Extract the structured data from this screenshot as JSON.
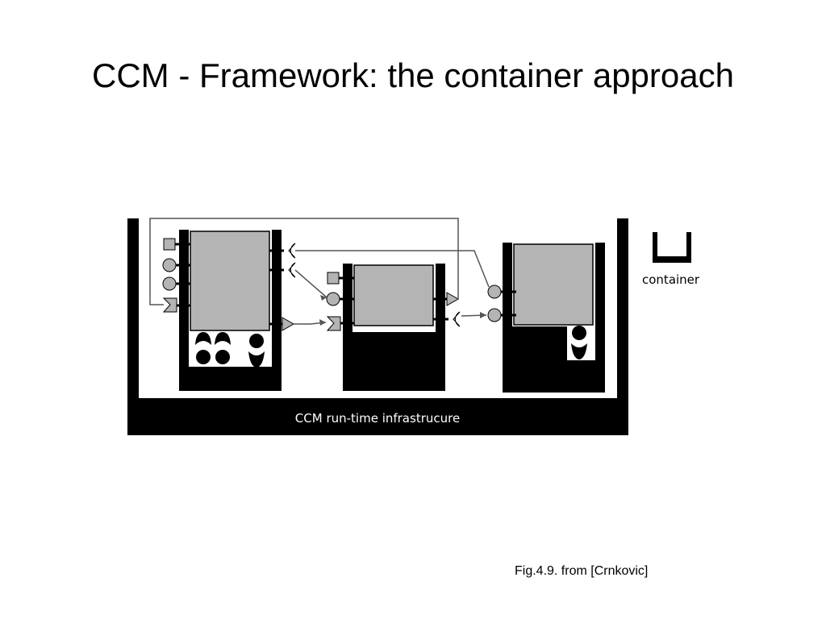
{
  "slide": {
    "title": "CCM - Framework: the container approach",
    "caption": "Fig.4.9. from [Crnkovic]"
  },
  "diagram": {
    "infrastructure_label": "CCM run-time infrastrucure",
    "legend_label": "container",
    "colors": {
      "fill": "#000000",
      "component": "#b4b4b4",
      "line": "#555555",
      "background": "#ffffff"
    }
  }
}
